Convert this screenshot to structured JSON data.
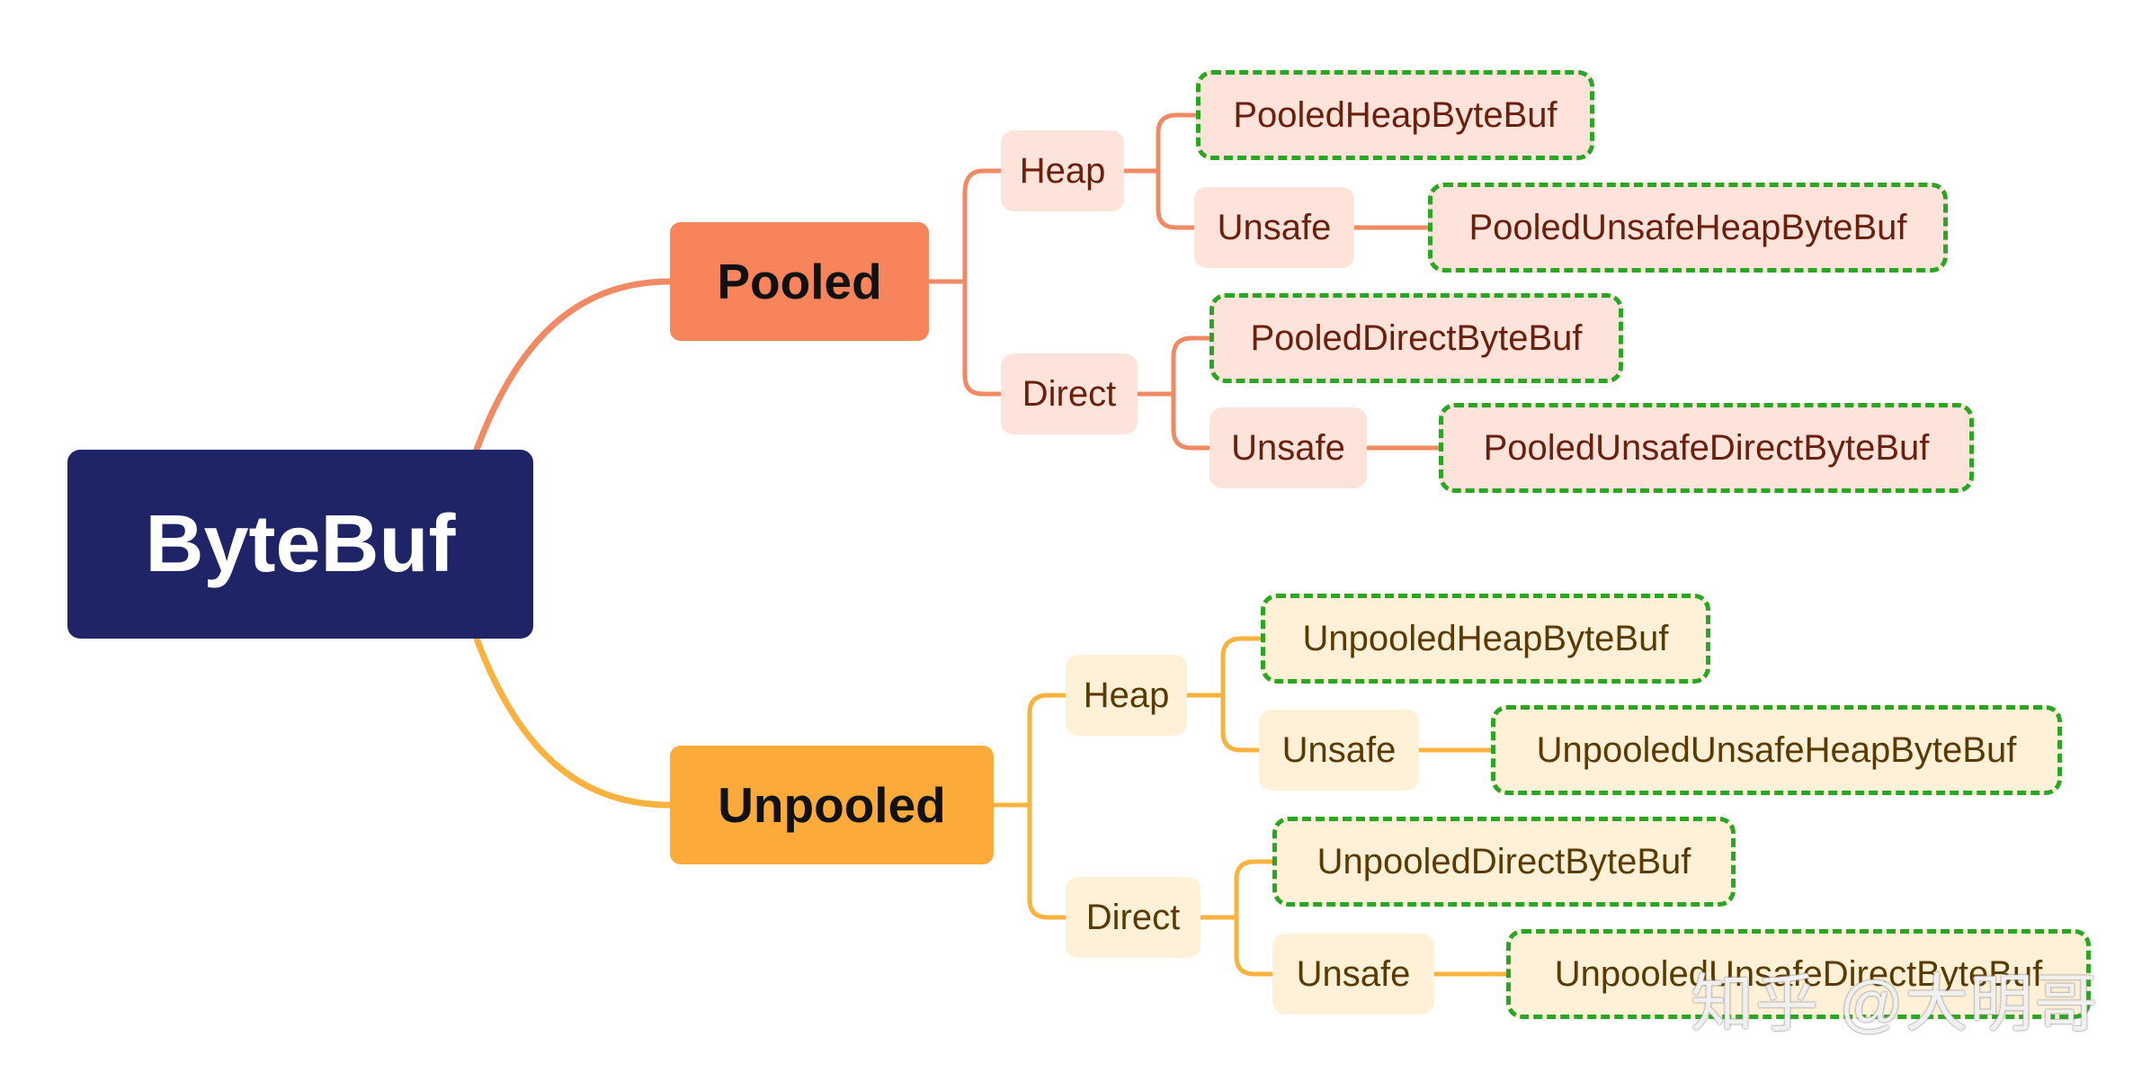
{
  "root": {
    "label": "ByteBuf"
  },
  "branches": {
    "pooled": {
      "label": "Pooled",
      "heap": {
        "label": "Heap",
        "leaf": "PooledHeapByteBuf",
        "unsafe": {
          "label": "Unsafe",
          "leaf": "PooledUnsafeHeapByteBuf"
        }
      },
      "direct": {
        "label": "Direct",
        "leaf": "PooledDirectByteBuf",
        "unsafe": {
          "label": "Unsafe",
          "leaf": "PooledUnsafeDirectByteBuf"
        }
      }
    },
    "unpooled": {
      "label": "Unpooled",
      "heap": {
        "label": "Heap",
        "leaf": "UnpooledHeapByteBuf",
        "unsafe": {
          "label": "Unsafe",
          "leaf": "UnpooledUnsafeHeapByteBuf"
        }
      },
      "direct": {
        "label": "Direct",
        "leaf": "UnpooledDirectByteBuf",
        "unsafe": {
          "label": "Unsafe",
          "leaf": "UnpooledUnsafeDirectByteBuf"
        }
      }
    }
  },
  "colors": {
    "root": "#1f2466",
    "pooled": "#f7845a",
    "unpooled": "#fcab3a",
    "leaf_border": "#2aa524"
  },
  "watermark": "知乎 @大明哥"
}
